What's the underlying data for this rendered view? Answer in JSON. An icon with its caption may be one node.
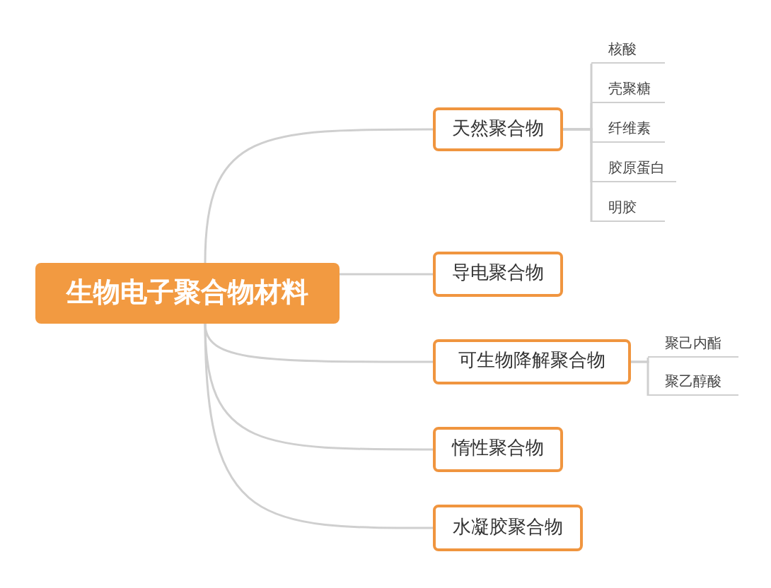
{
  "diagram": {
    "nodes": [
      {
        "text": [
          "生物电子聚合物材料"
        ]
      },
      {
        "text": [
          "天然聚合物"
        ]
      },
      {
        "text": [
          "核酸"
        ]
      },
      {
        "text": [
          "壳聚糖"
        ]
      },
      {
        "text": [
          "纤维素"
        ]
      },
      {
        "text": [
          "胶原蛋白"
        ]
      },
      {
        "text": [
          "明胶"
        ]
      },
      {
        "text": [
          "导电聚合物"
        ]
      },
      {
        "text": [
          "可生物降解聚合物"
        ]
      },
      {
        "text": [
          "聚己内酯"
        ]
      },
      {
        "text": [
          "聚乙醇酸"
        ]
      },
      {
        "text": [
          "惰性聚合物"
        ]
      },
      {
        "text": [
          "水凝胶聚合物"
        ]
      }
    ],
    "edges": [
      {
        "from": 0,
        "to": 1,
        "arrow": "none"
      },
      {
        "from": 0,
        "to": 7,
        "arrow": "none"
      },
      {
        "from": 0,
        "to": 8,
        "arrow": "none"
      },
      {
        "from": 0,
        "to": 11,
        "arrow": "none"
      },
      {
        "from": 0,
        "to": 12,
        "arrow": "none"
      },
      {
        "from": 1,
        "to": 2,
        "arrow": "none"
      },
      {
        "from": 1,
        "to": 3,
        "arrow": "none"
      },
      {
        "from": 1,
        "to": 4,
        "arrow": "none"
      },
      {
        "from": 1,
        "to": 5,
        "arrow": "none"
      },
      {
        "from": 1,
        "to": 6,
        "arrow": "none"
      },
      {
        "from": 8,
        "to": 9,
        "arrow": "none"
      },
      {
        "from": 8,
        "to": 10,
        "arrow": "none"
      }
    ]
  }
}
